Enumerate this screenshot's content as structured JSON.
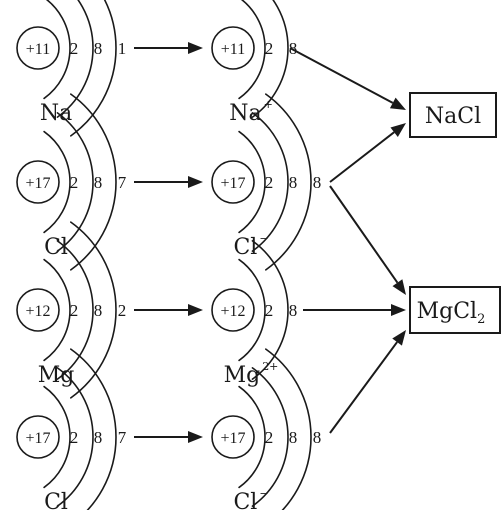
{
  "rows": [
    {
      "atom": {
        "nucleus": "+11",
        "electrons": [
          "2",
          "8",
          "1"
        ],
        "symbol": "Na",
        "charge": ""
      },
      "ion": {
        "nucleus": "+11",
        "electrons": [
          "2",
          "8"
        ],
        "symbol": "Na",
        "charge": "+"
      },
      "target": "nacl"
    },
    {
      "atom": {
        "nucleus": "+17",
        "electrons": [
          "2",
          "8",
          "7"
        ],
        "symbol": "Cl",
        "charge": ""
      },
      "ion": {
        "nucleus": "+17",
        "electrons": [
          "2",
          "8",
          "8"
        ],
        "symbol": "Cl",
        "charge": "−"
      },
      "target": "both"
    },
    {
      "atom": {
        "nucleus": "+12",
        "electrons": [
          "2",
          "8",
          "2"
        ],
        "symbol": "Mg",
        "charge": ""
      },
      "ion": {
        "nucleus": "+12",
        "electrons": [
          "2",
          "8"
        ],
        "symbol": "Mg",
        "charge": "2+"
      },
      "target": "mgcl2"
    },
    {
      "atom": {
        "nucleus": "+17",
        "electrons": [
          "2",
          "8",
          "7"
        ],
        "symbol": "Cl",
        "charge": ""
      },
      "ion": {
        "nucleus": "+17",
        "electrons": [
          "2",
          "8",
          "8"
        ],
        "symbol": "Cl",
        "charge": "−"
      },
      "target": "mgcl2"
    }
  ],
  "products": {
    "nacl": {
      "main": "NaCl",
      "sub": ""
    },
    "mgcl2": {
      "main": "MgCl",
      "sub": "2"
    }
  }
}
